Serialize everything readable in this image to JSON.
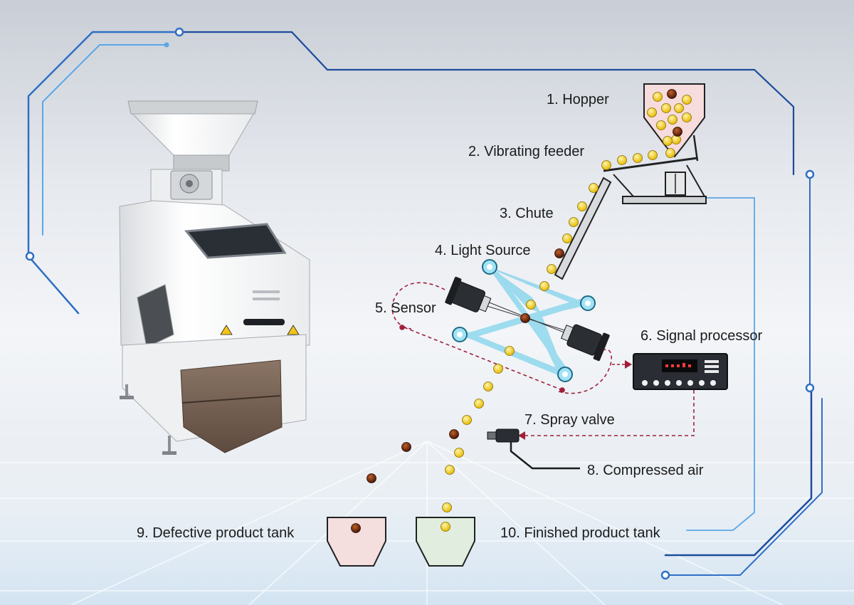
{
  "labels": {
    "hopper": "1. Hopper",
    "vibrating_feeder": "2. Vibrating feeder",
    "chute": "3. Chute",
    "light_source": "4. Light Source",
    "sensor": "5. Sensor",
    "signal_processor": "6. Signal processor",
    "spray_valve": "7. Spray valve",
    "compressed_air": "8. Compressed air",
    "defective_tank": "9. Defective product tank",
    "finished_tank": "10. Finished product tank"
  },
  "colors": {
    "good_grain": "#f2c811",
    "defective_grain": "#7a2a10",
    "circuit_line": "#2f6fc4",
    "signal_line": "#a0203a",
    "light_beam": "#59c8e8",
    "defective_tank_fill": "#f4dede",
    "finished_tank_fill": "#e1eedf"
  }
}
